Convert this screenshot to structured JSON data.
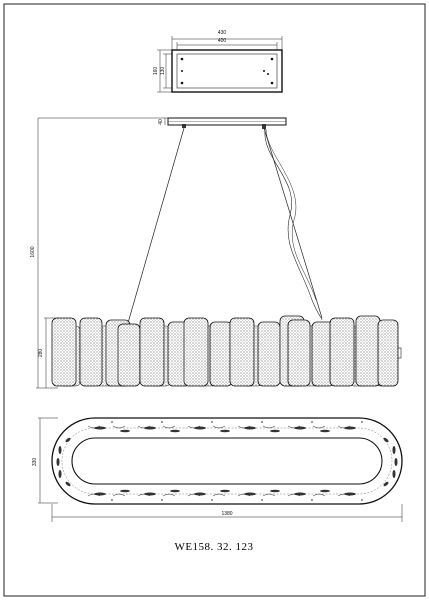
{
  "drawing": {
    "model_number": "WE158. 32. 123",
    "colors": {
      "line": "#1a1a1a",
      "crystal": "#555555",
      "background": "#ffffff"
    },
    "top_view": {
      "width_outer": "430",
      "width_inner": "400",
      "depth_outer": "160",
      "depth_inner": "130"
    },
    "side_view": {
      "canopy_height": "40",
      "overall_height": "1600",
      "body_height": "280"
    },
    "plan_view": {
      "length": "1380",
      "width": "330"
    }
  }
}
